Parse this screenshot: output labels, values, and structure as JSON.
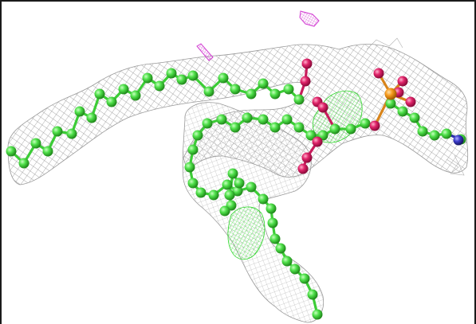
{
  "colors": {
    "background": "#ffffff",
    "frame": "#1a1a1a",
    "mesh": "#8c8c8c",
    "carbon": "#4fe04a",
    "carbon_bond": "#3ccc36",
    "oxygen": "#e0246a",
    "phosphorus": "#f59a1c",
    "nitrogen": "#3c3ccc",
    "difference_mesh_green": "#2ed62a",
    "difference_mesh_magenta": "#d23cd2"
  },
  "scene": {
    "type": "molecular-structure-with-electron-density-mesh",
    "representation": "ball-and-stick",
    "mesh_style": "wire-mesh"
  }
}
